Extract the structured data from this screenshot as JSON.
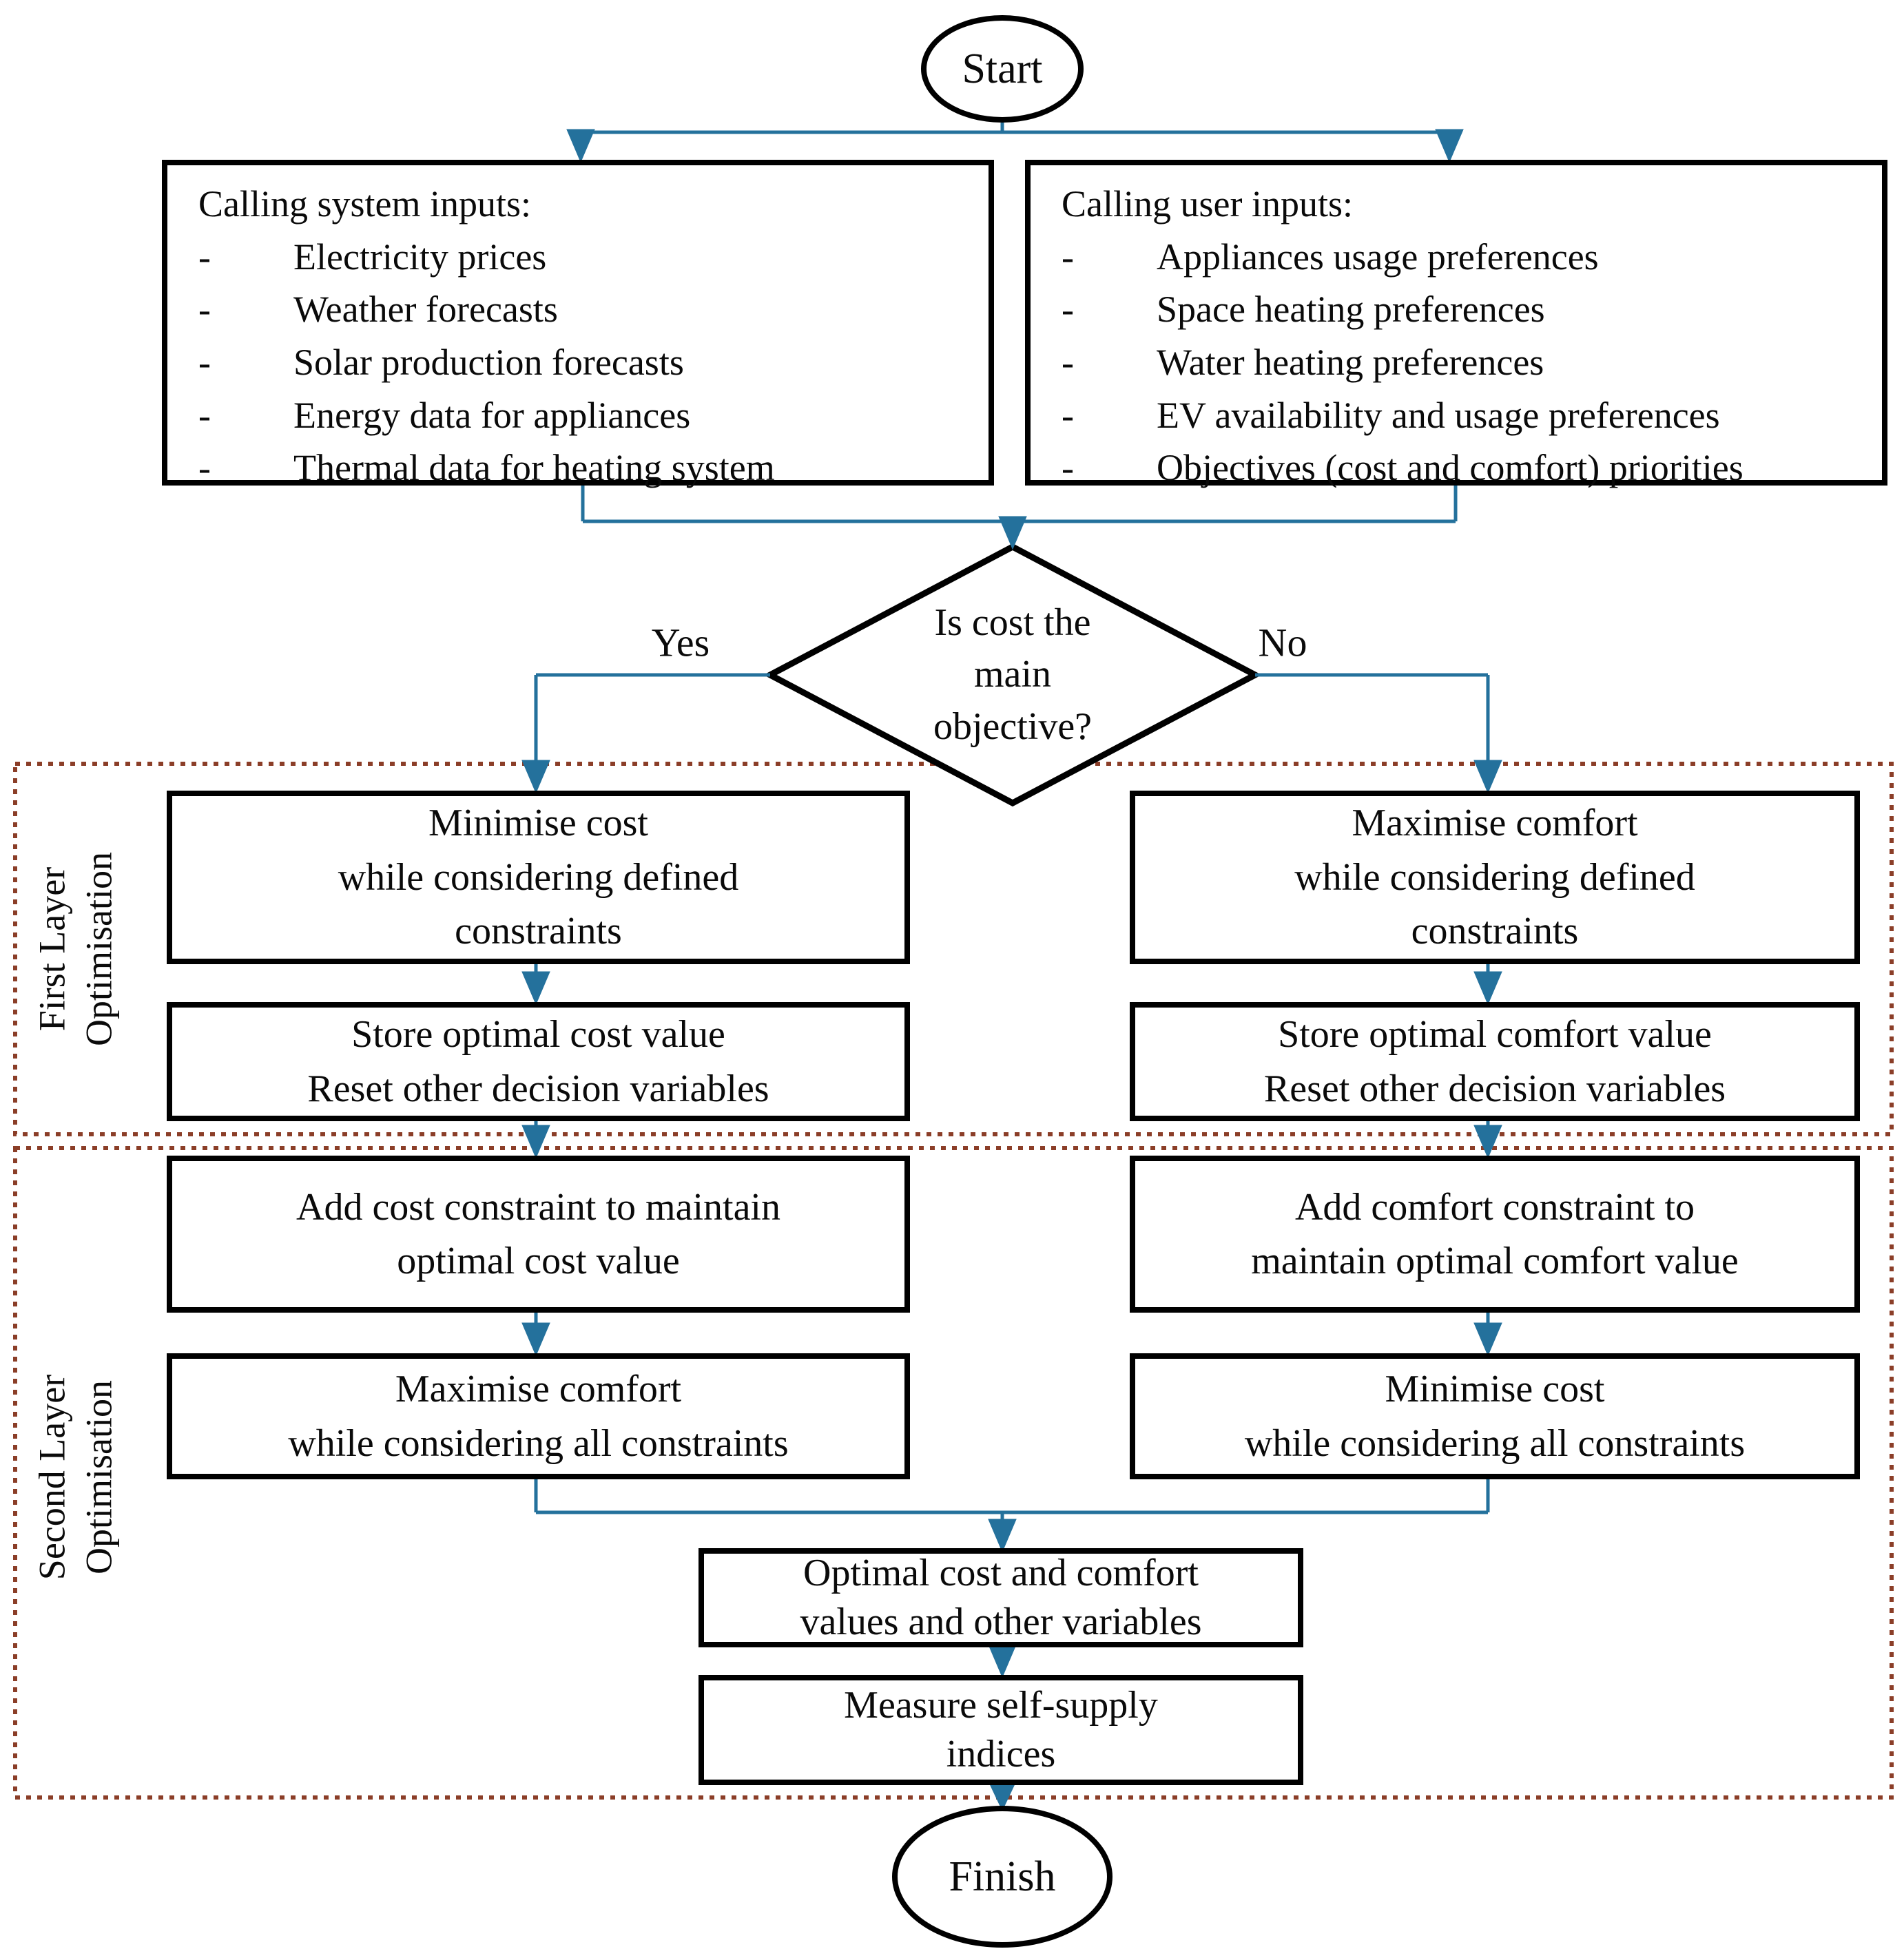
{
  "colors": {
    "line": "#24719C",
    "region_border": "#8B3E28",
    "box_border": "#000000"
  },
  "start": {
    "label": "Start"
  },
  "finish": {
    "label": "Finish"
  },
  "system_inputs": {
    "title": "Calling system inputs:",
    "items": [
      "Electricity prices",
      "Weather forecasts",
      "Solar production forecasts",
      "Energy data for appliances",
      "Thermal data for heating system"
    ]
  },
  "user_inputs": {
    "title": "Calling user inputs:",
    "items": [
      "Appliances usage preferences",
      "Space heating preferences",
      "Water heating preferences",
      "EV availability and usage preferences",
      "Objectives (cost and comfort) priorities"
    ]
  },
  "decision": {
    "question": "Is cost the\nmain\nobjective?",
    "yes_label": "Yes",
    "no_label": "No"
  },
  "first_layer": {
    "section_label": "First Layer\nOptimisation",
    "minimise_cost": "Minimise cost\nwhile considering defined\nconstraints",
    "maximise_comfort": "Maximise comfort\nwhile considering defined\nconstraints",
    "store_cost": "Store optimal cost value\nReset other decision variables",
    "store_comfort": "Store optimal comfort value\nReset other decision variables"
  },
  "second_layer": {
    "section_label": "Second Layer\nOptimisation",
    "add_cost_constraint": "Add cost constraint to maintain\noptimal cost value",
    "add_comfort_constraint": "Add comfort constraint to\nmaintain optimal comfort value",
    "maximise_comfort_all": "Maximise comfort\nwhile considering all constraints",
    "minimise_cost_all": "Minimise cost\nwhile considering all constraints",
    "results": "Optimal cost and comfort\nvalues and other variables",
    "measure": "Measure self-supply\nindices"
  }
}
